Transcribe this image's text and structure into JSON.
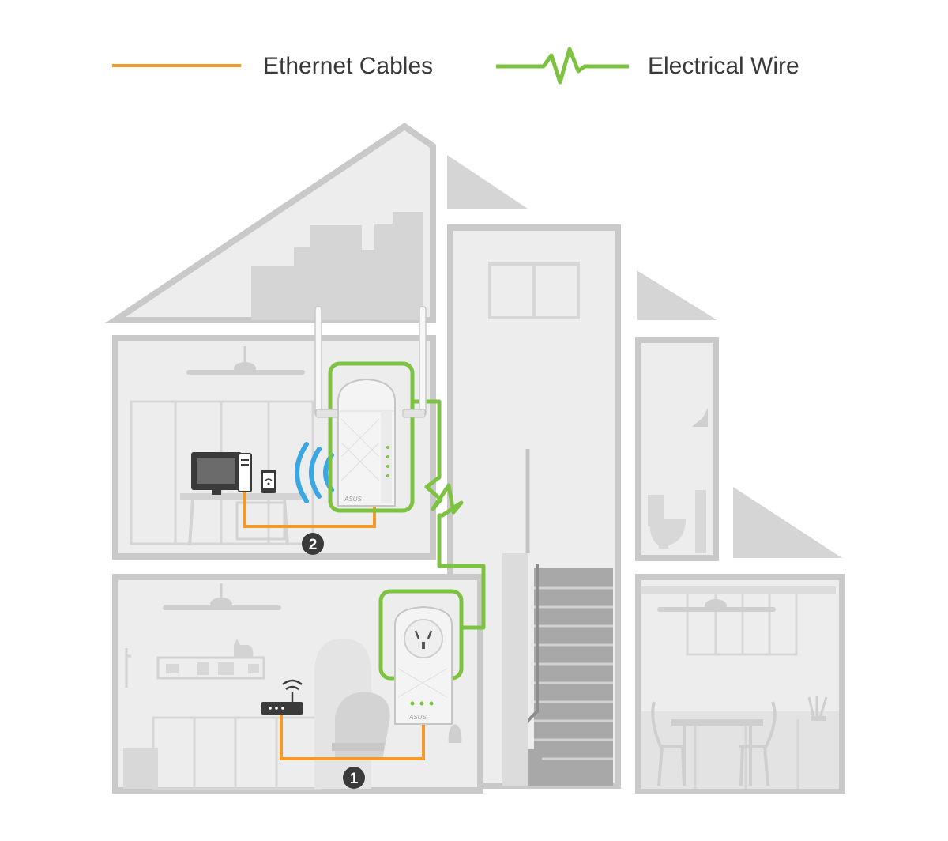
{
  "legend": {
    "ethernet_label": "Ethernet Cables",
    "electrical_label": "Electrical Wire"
  },
  "markers": {
    "adapter_1": "1",
    "adapter_2": "2"
  },
  "adapters": {
    "brand": "ASUS"
  },
  "colors": {
    "ethernet": "#f39a2b",
    "electrical": "#7ec242",
    "wifi": "#3aa7e3",
    "house_fill": "#ededed",
    "house_outline": "#c9c9c9",
    "furniture": "#d3d3d3",
    "marker": "#3a3a3a"
  },
  "icons": {
    "ethernet_legend": "straight-line-icon",
    "electrical_legend": "zigzag-wire-icon",
    "wifi": "wifi-signal-icon"
  }
}
